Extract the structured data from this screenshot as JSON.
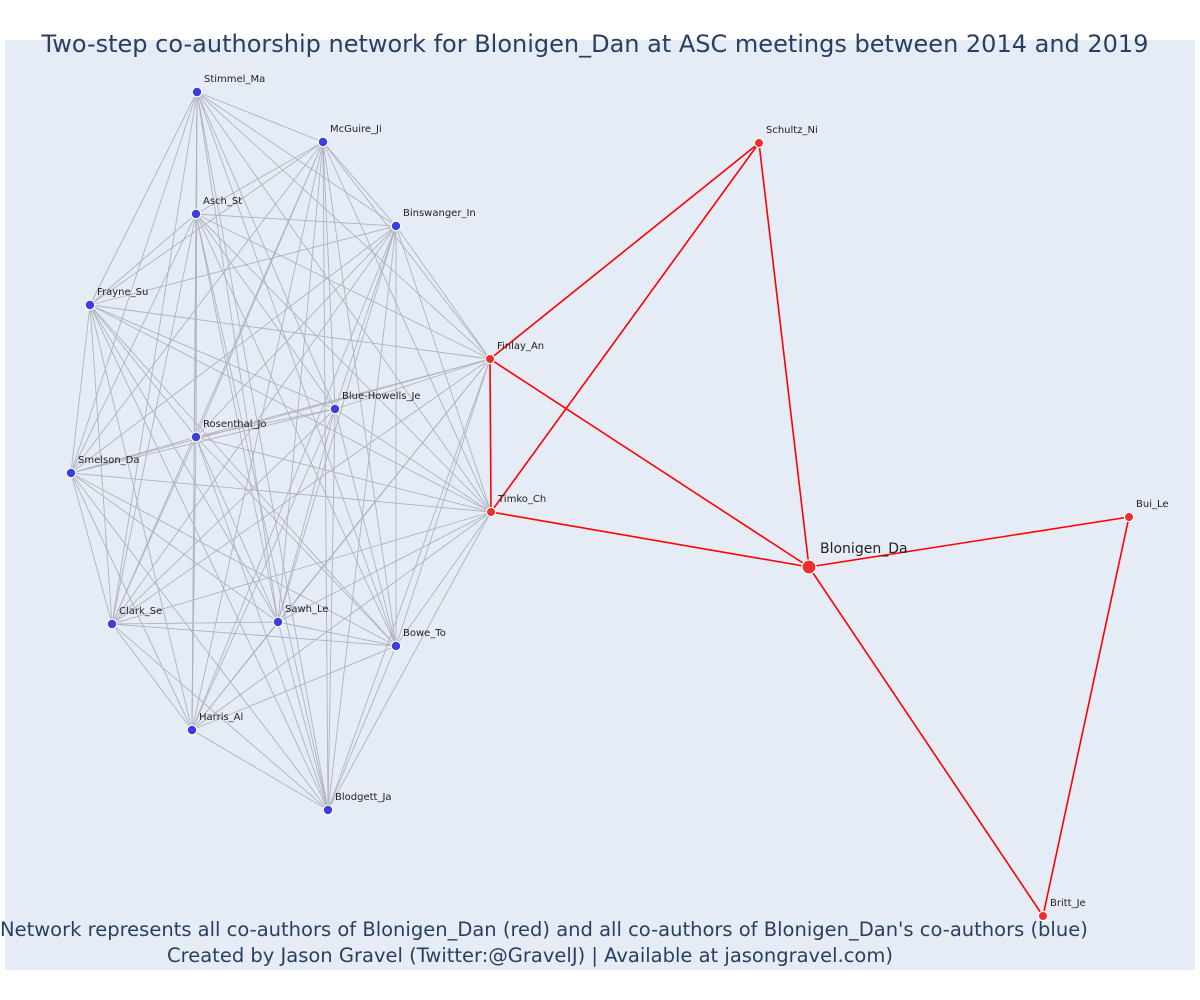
{
  "title": "Two-step co-authorship network for Blonigen_Dan at ASC meetings between 2014 and 2019",
  "caption_line_1": "Network represents all co-authors of Blonigen_Dan (red) and all co-authors of Blonigen_Dan's co-authors (blue)",
  "caption_line_2": "Created by Jason Gravel (Twitter:@GravelJ) | Available at jasongravel.com)",
  "colors": {
    "background": "#e5ecf6",
    "red": "#ff0000",
    "red_node": "#ef2d2d",
    "blue_node": "#3b3fe0",
    "blue_edge": "#b0b3bd",
    "text": "#2a3f5f"
  },
  "network": {
    "focal": "Blonigen_Da",
    "red_nodes": [
      "Blonigen_Da",
      "Schultz_Ni",
      "Finlay_An",
      "Timko_Ch",
      "Bui_Le",
      "Britt_Je"
    ],
    "blue_nodes": [
      "Stimmel_Ma",
      "McGuire_Ji",
      "Asch_St",
      "Binswanger_In",
      "Frayne_Su",
      "Blue-Howells_Je",
      "Rosenthal_Jo",
      "Smelson_Da",
      "Clark_Se",
      "Sawh_Le",
      "Bowe_To",
      "Harris_Al",
      "Blodgett_Ja"
    ],
    "red_edges": [
      [
        "Blonigen_Da",
        "Schultz_Ni"
      ],
      [
        "Blonigen_Da",
        "Finlay_An"
      ],
      [
        "Blonigen_Da",
        "Timko_Ch"
      ],
      [
        "Blonigen_Da",
        "Bui_Le"
      ],
      [
        "Blonigen_Da",
        "Britt_Je"
      ],
      [
        "Bui_Le",
        "Britt_Je"
      ],
      [
        "Schultz_Ni",
        "Finlay_An"
      ],
      [
        "Schultz_Ni",
        "Timko_Ch"
      ],
      [
        "Finlay_An",
        "Timko_Ch"
      ]
    ],
    "blue_edges_fully_connected_with": [
      "Finlay_An",
      "Timko_Ch"
    ]
  }
}
